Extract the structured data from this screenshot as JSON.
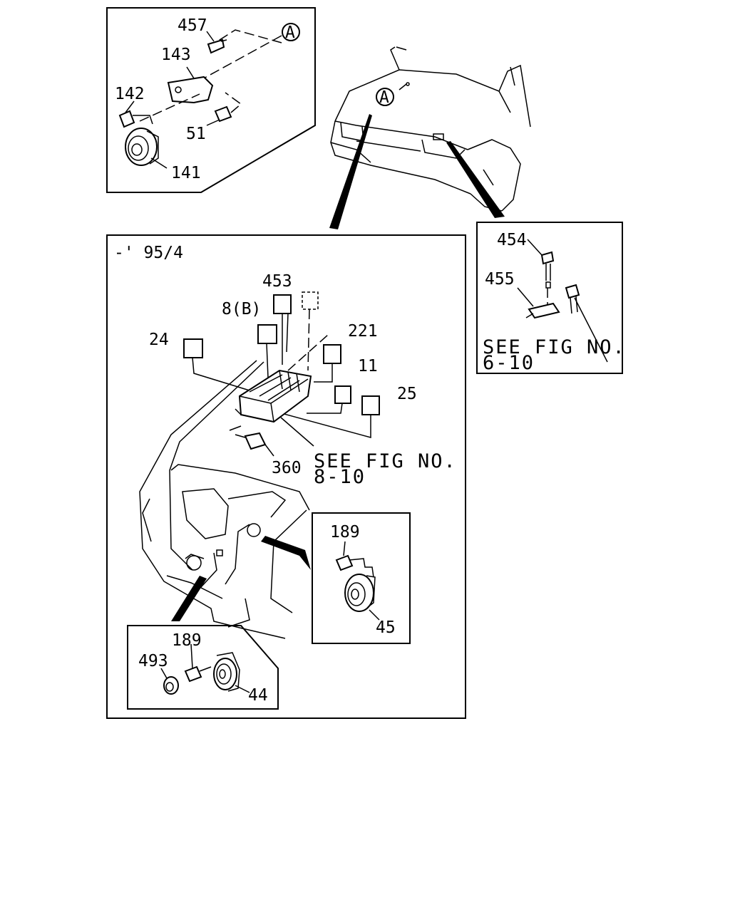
{
  "callout_a": "A",
  "inset_top_left": {
    "labels": [
      "457",
      "143",
      "142",
      "51",
      "141"
    ]
  },
  "inset_right": {
    "labels": [
      "454",
      "455"
    ],
    "see_fig_line1": "SEE FIG NO.",
    "see_fig_line2": "6-10"
  },
  "main_panel": {
    "period": "-' 95/4",
    "labels": [
      "453",
      "8(B)",
      "24",
      "221",
      "11",
      "25",
      "360"
    ],
    "see_fig_line1": "SEE FIG NO.",
    "see_fig_line2": "8-10"
  },
  "inset_horn_right": {
    "labels": [
      "189",
      "45"
    ]
  },
  "inset_horn_bottom": {
    "labels": [
      "189",
      "493",
      "44"
    ]
  }
}
